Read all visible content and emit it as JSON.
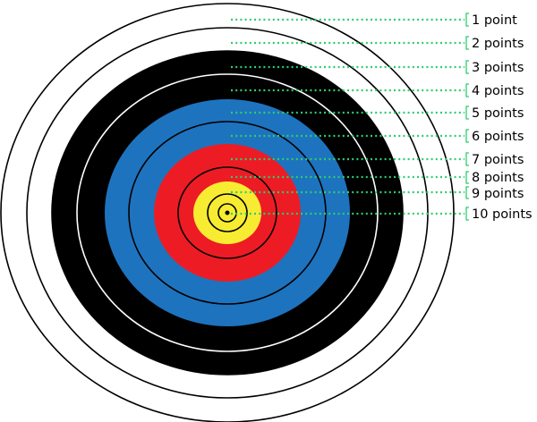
{
  "title": "Archery target scoring rings",
  "colors": {
    "white": "#ffffff",
    "black": "#000000",
    "blue": "#1e73be",
    "red": "#ed1c24",
    "yellow": "#f7ec32",
    "leader": "#2ecc71"
  },
  "labels": [
    "1 point",
    "2 points",
    "3 points",
    "4 points",
    "5 points",
    "6 points",
    "7 points",
    "8 points",
    "9 points",
    "10 points"
  ]
}
